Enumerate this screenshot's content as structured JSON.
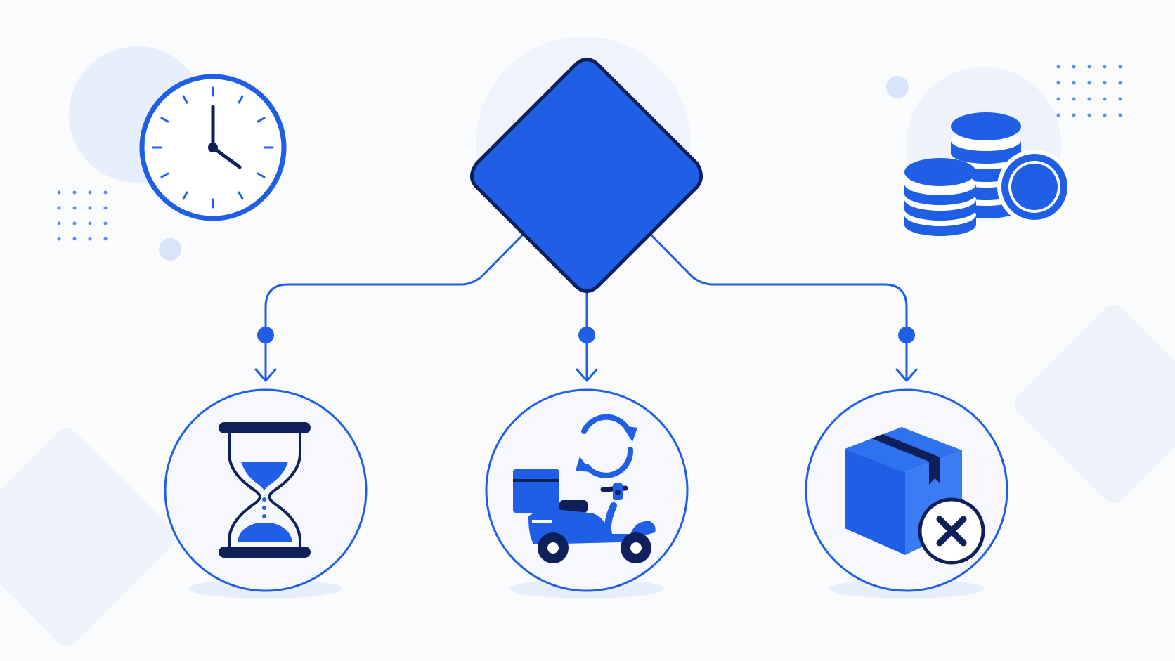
{
  "diagram": {
    "type": "decision-flowchart",
    "decision_node": {
      "shape": "diamond",
      "label": ""
    },
    "branches": [
      {
        "id": "left",
        "icon": "hourglass-icon",
        "label": ""
      },
      {
        "id": "center",
        "icon": "scooter-delivery-refresh-icon",
        "label": ""
      },
      {
        "id": "right",
        "icon": "package-cancel-icon",
        "label": ""
      }
    ],
    "decorations": [
      "clock-icon",
      "coin-stack-icon"
    ]
  },
  "colors": {
    "background": "#fafbfd",
    "primary": "#1f5fe6",
    "dark": "#0f1f5a",
    "light": "#e7effc",
    "dots": "#5b8ef0"
  }
}
